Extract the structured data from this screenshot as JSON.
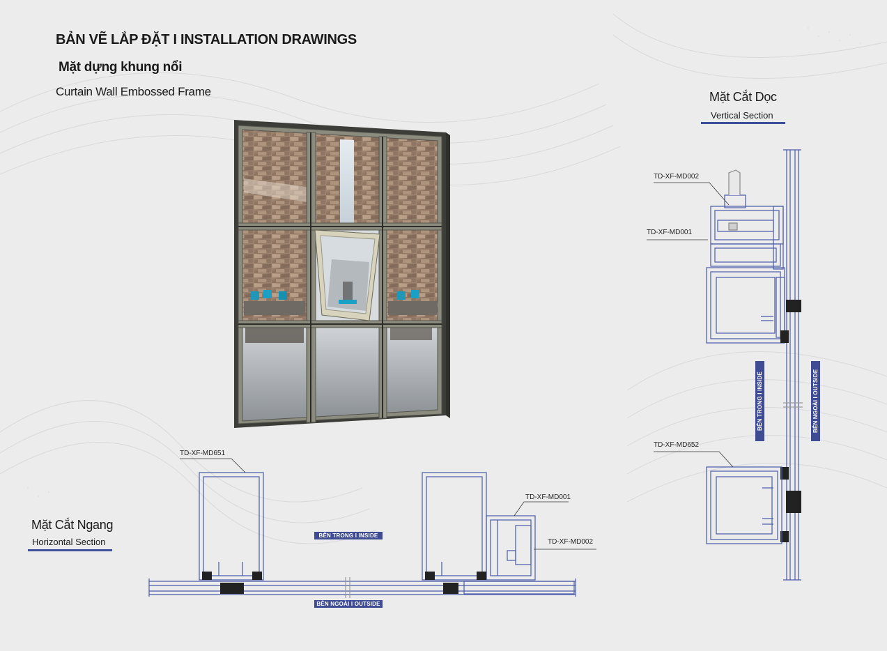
{
  "header": {
    "title": "BẢN VẼ LẮP ĐẶT  I  INSTALLATION DRAWINGS",
    "subtitle_vn": "Mặt dựng khung nổi",
    "subtitle_en": "Curtain Wall Embossed Frame"
  },
  "vertical_section": {
    "title": "Mặt Cắt Dọc",
    "subtitle": "Vertical Section",
    "codes": {
      "top_upper": "TD-XF-MD002",
      "top_lower": "TD-XF-MD001",
      "bottom": "TD-XF-MD652"
    },
    "inside_label": "BÊN TRONG  I  INSIDE",
    "outside_label": "BÊN NGOÀI  I  OUTSIDE"
  },
  "horizontal_section": {
    "title": "Mặt Cắt Ngang",
    "subtitle": "Horizontal Section",
    "codes": {
      "left": "TD-XF-MD651",
      "right_upper": "TD-XF-MD001",
      "right_lower": "TD-XF-MD002"
    },
    "inside_label": "BÊN TRONG  I  INSIDE",
    "outside_label": "BÊN NGOÀI  I  OUTSIDE"
  },
  "colors": {
    "accent": "#3f4c93",
    "line": "#4a5aa8",
    "frame": "#7a7a6e",
    "frame_dark": "#3e3f3b"
  }
}
